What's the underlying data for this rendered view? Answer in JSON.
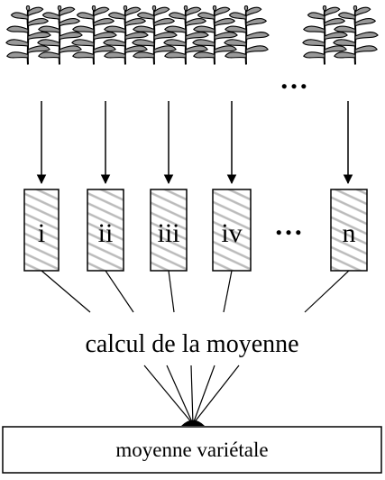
{
  "diagram": {
    "columns": [
      {
        "label": "i"
      },
      {
        "label": "ii"
      },
      {
        "label": "iii"
      },
      {
        "label": "iv"
      },
      {
        "label": "n"
      }
    ],
    "ellipsis": "…",
    "process_label": "calcul de la moyenne",
    "result_label": "moyenne variétale"
  },
  "colors": {
    "stroke": "#000000",
    "leaf_fill": "#999999",
    "box_hatch": "#bbbbbb",
    "background": "#ffffff"
  }
}
